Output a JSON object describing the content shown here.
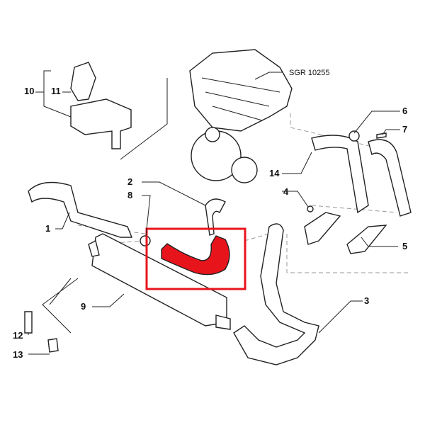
{
  "diagram": {
    "reference_code": "SGR 10255",
    "highlight_color": "#e8141c",
    "callouts": [
      {
        "id": "10",
        "label": "10"
      },
      {
        "id": "11",
        "label": "11"
      },
      {
        "id": "6",
        "label": "6"
      },
      {
        "id": "7",
        "label": "7"
      },
      {
        "id": "14",
        "label": "14"
      },
      {
        "id": "2",
        "label": "2"
      },
      {
        "id": "8",
        "label": "8"
      },
      {
        "id": "4",
        "label": "4"
      },
      {
        "id": "1",
        "label": "1"
      },
      {
        "id": "5",
        "label": "5"
      },
      {
        "id": "9",
        "label": "9"
      },
      {
        "id": "3",
        "label": "3"
      },
      {
        "id": "12",
        "label": "12"
      },
      {
        "id": "13",
        "label": "13"
      }
    ]
  }
}
